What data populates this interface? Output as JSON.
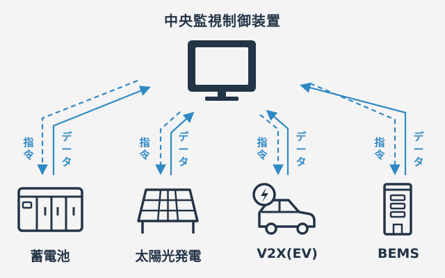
{
  "header": {
    "title": "中央監視制御装置"
  },
  "monitor": {
    "icon": "monitor-icon"
  },
  "flow_labels": {
    "command": "指\n令",
    "data": "デ\nー\nタ"
  },
  "devices": [
    {
      "label": "蓄電池",
      "icon": "battery-storage-icon"
    },
    {
      "label": "太陽光発電",
      "icon": "solar-panel-icon"
    },
    {
      "label": "V2X(EV)",
      "icon": "ev-car-icon"
    },
    {
      "label": "BEMS",
      "icon": "building-icon"
    }
  ],
  "colors": {
    "navy": "#243447",
    "accent_blue": "#2f89c5",
    "background": "#f4f4f4"
  }
}
